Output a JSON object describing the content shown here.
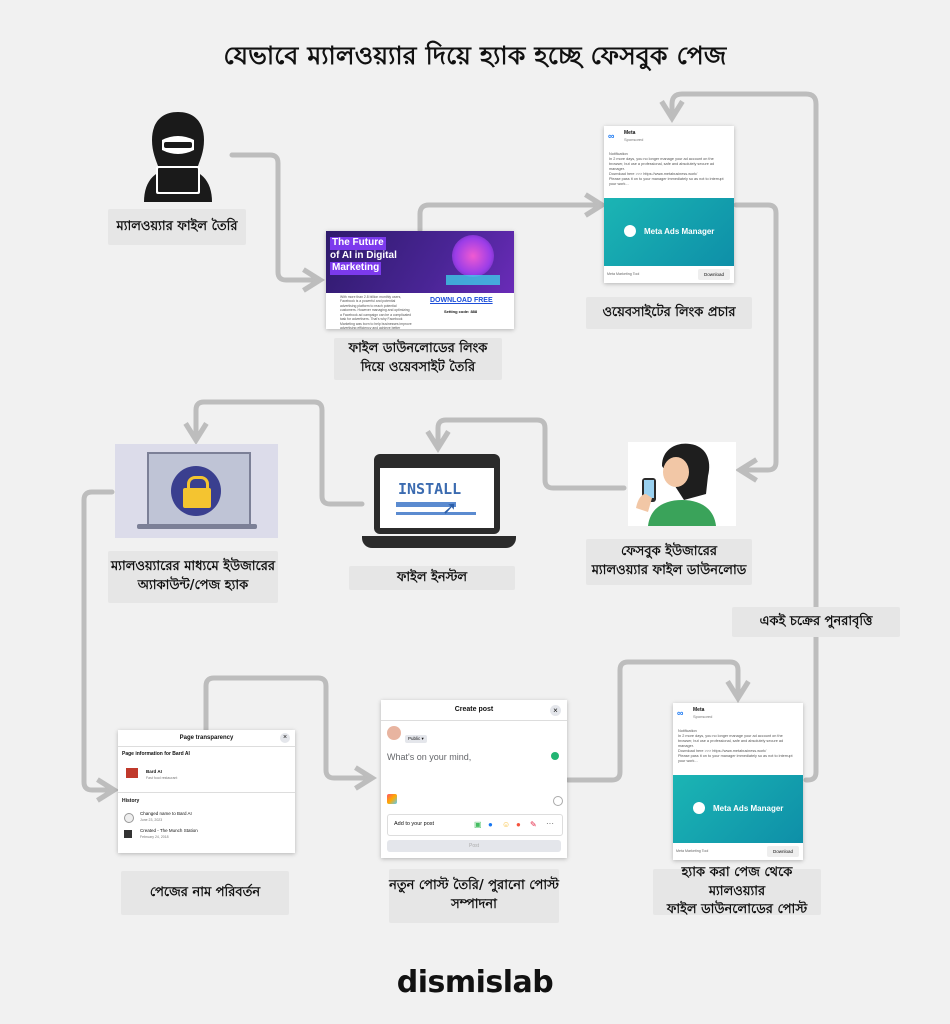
{
  "title": "যেভাবে ম্যালওয়্যার দিয়ে হ্যাক হচ্ছে ফেসবুক পেজ",
  "steps": {
    "s1": "ম্যালওয়্যার ফাইল তৈরি",
    "s2a": "ফাইল ডাউনলোডের লিংক",
    "s2b": "দিয়ে ওয়েবসাইট তৈরি",
    "s3": "ওয়েবসাইটের লিংক প্রচার",
    "s4a": "ফেসবুক  ইউজারের",
    "s4b": "ম্যালওয়্যার ফাইল ডাউনলোড",
    "s5": "ফাইল ইনস্টল",
    "s6a": "ম্যালওয়্যারের মাধ্যমে ইউজারের",
    "s6b": "অ্যাকাউন্ট/পেজ হ্যাক",
    "s7": "পেজের নাম পরিবর্তন",
    "s8a": "নতুন পোস্ট তৈরি/ পুরানো পোস্ট",
    "s8b": "সম্পাদনা",
    "s9a": "হ্যাক করা পেজ থেকে ম্যালওয়্যার",
    "s9b": "ফাইল ডাউনলোডের পোস্ট",
    "cycle": "একই চক্রের পুনরাবৃত্তি"
  },
  "ad_website": {
    "line1": "The Future",
    "line2": "of AI in Digital",
    "line3": "Marketing",
    "body": "With more than 2.8 billion monthly users, Facebook is a powerful and potential advertising platform to reach potential customers. However managing and optimizing a Facebook ad campaign can be a complicated task for advertisers. That's why Facebook Marketing was born to help businesses improve advertising efficiency and achieve better results.",
    "download": "DOWNLOAD FREE",
    "code": "Setting code: 888"
  },
  "meta_post": {
    "brand": "Meta",
    "sponsored": "Sponsored",
    "text": "Notification\nIn 2 more days, you no longer manage your ad account on the browser, but use a professional, safe and absolutely secure ad manager.\nDownload here >>> https://www.metabusiness.work/\nPlease pass it on to your manager immediately so as not to interrupt your work...",
    "banner": "Meta Ads Manager",
    "footer": "Meta Marketing Tool",
    "download": "Download"
  },
  "install_text": "INSTALL",
  "transparency": {
    "header": "Page transparency",
    "info": "Page information for Bard AI",
    "name": "Bard AI",
    "category": "Fast food restaurant",
    "history": "History",
    "h1": "Changed name to Bard AI",
    "h1d": "June 23, 2023",
    "h2": "Created - The Munch Station",
    "h2d": "February 24, 2018"
  },
  "create_post": {
    "header": "Create post",
    "audience": "Public ▾",
    "placeholder": "What's on your mind,",
    "add": "Add to your post",
    "post": "Post"
  },
  "logo": "dismislab"
}
